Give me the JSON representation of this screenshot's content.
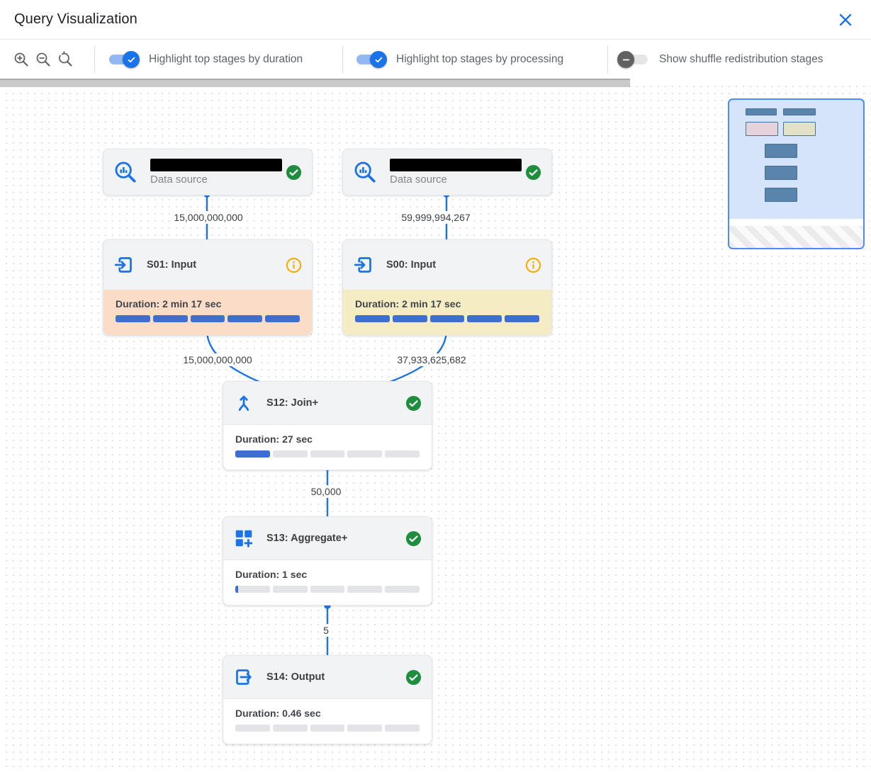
{
  "header": {
    "title": "Query Visualization"
  },
  "toolbar": {
    "zoom_buttons": [
      "zoom-in",
      "zoom-out",
      "zoom-reset"
    ],
    "toggles": [
      {
        "label": "Highlight top stages by duration",
        "state": "on"
      },
      {
        "label": "Highlight top stages by processing",
        "state": "on"
      },
      {
        "label": "Show shuffle redistribution stages",
        "state": "off"
      }
    ]
  },
  "graph": {
    "nodes": [
      {
        "kind": "datasource",
        "subtitle": "Data source",
        "status": "done",
        "name_redacted": true
      },
      {
        "kind": "datasource",
        "subtitle": "Data source",
        "status": "done",
        "name_redacted": true
      },
      {
        "kind": "stage",
        "title": "S01: Input",
        "duration": "Duration: 2 min 17 sec",
        "progress": 1,
        "highlight": "#fbddc7",
        "status": "info"
      },
      {
        "kind": "stage",
        "title": "S00: Input",
        "duration": "Duration: 2 min 17 sec",
        "progress": 1,
        "highlight": "#f6ecc4",
        "status": "info"
      },
      {
        "kind": "stage",
        "title": "S12: Join+",
        "duration": "Duration: 27 sec",
        "progress": 0.2,
        "highlight": null,
        "status": "done"
      },
      {
        "kind": "stage",
        "title": "S13: Aggregate+",
        "duration": "Duration: 1 sec",
        "progress": 0.015,
        "highlight": null,
        "status": "done"
      },
      {
        "kind": "stage",
        "title": "S14: Output",
        "duration": "Duration: 0.46 sec",
        "progress": 0,
        "highlight": null,
        "status": "done"
      }
    ],
    "edges": [
      {
        "from": "datasource-1",
        "to": "S01",
        "label": "15,000,000,000"
      },
      {
        "from": "datasource-2",
        "to": "S00",
        "label": "59,999,994,267"
      },
      {
        "from": "S01",
        "to": "S12",
        "label": "15,000,000,000"
      },
      {
        "from": "S00",
        "to": "S12",
        "label": "37,933,625,682"
      },
      {
        "from": "S12",
        "to": "S13",
        "label": "50,000"
      },
      {
        "from": "S13",
        "to": "S14",
        "label": "5"
      }
    ]
  },
  "colors": {
    "accent_blue": "#1a73e8",
    "progress_blue": "#3d6fd3",
    "progress_track": "#e2e4e8",
    "success_green": "#1e8e3e",
    "info_orange": "#f9ab00",
    "highlight_duration": "#fbddc7",
    "highlight_processing": "#f6ecc4",
    "minimap_bg": "#d6e4fa",
    "minimap_border": "#4b8df2",
    "minimap_node": "#5b84ad"
  }
}
